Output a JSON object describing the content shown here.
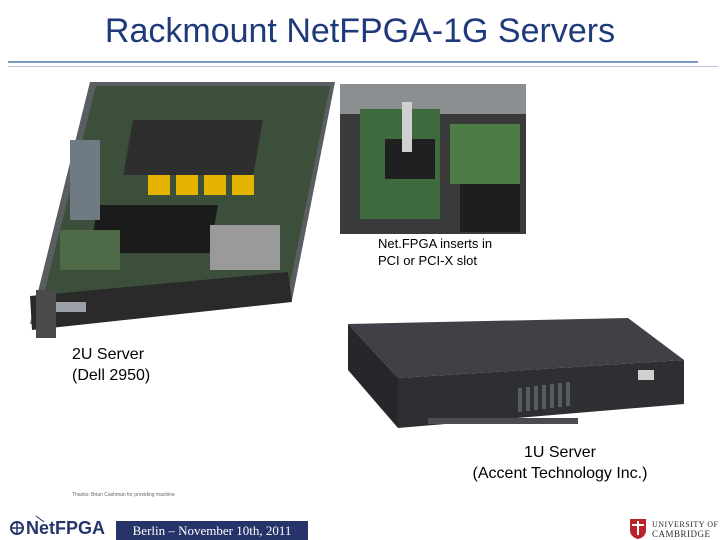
{
  "slide": {
    "title": "Rackmount NetFPGA-1G Servers",
    "caption_insert": [
      "Net.FPGA inserts in",
      "PCI or PCI-X slot"
    ],
    "caption_2u": [
      "2U Server",
      "(Dell 2950)"
    ],
    "caption_1u": [
      "1U Server",
      "(Accent Technology Inc.)"
    ],
    "thanks_note": "Thanks: Brian Cashman for providing machine"
  },
  "footer": {
    "event": "Berlin – November 10th, 2011",
    "logo_left": "NetFPGA",
    "logo_right": [
      "UNIVERSITY OF",
      "CAMBRIDGE"
    ]
  },
  "colors": {
    "title": "#1f3a7a",
    "banner": "#26346a",
    "rule": "#7e97c5"
  }
}
